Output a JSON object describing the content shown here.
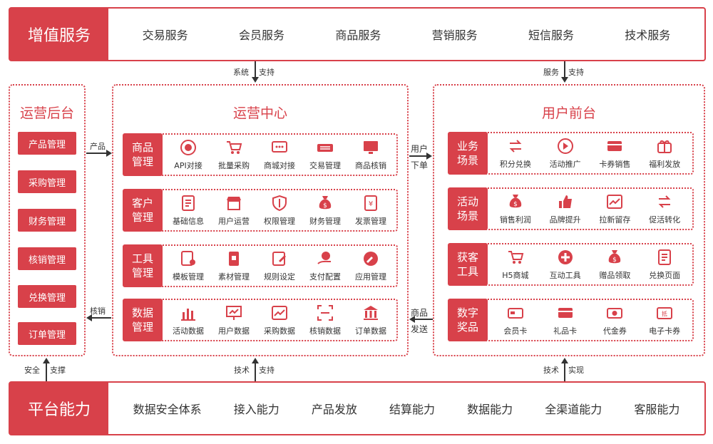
{
  "top_bar": {
    "title": "增值服务",
    "items": [
      "交易服务",
      "会员服务",
      "商品服务",
      "营销服务",
      "短信服务",
      "技术服务"
    ]
  },
  "bottom_bar": {
    "title": "平台能力",
    "items": [
      "数据安全体系",
      "接入能力",
      "产品发放",
      "结算能力",
      "数据能力",
      "全渠道能力",
      "客服能力"
    ]
  },
  "connectors": {
    "top_center_a": "系统",
    "top_center_b": "支持",
    "top_right_a": "服务",
    "top_right_b": "支持",
    "bottom_left_a": "安全",
    "bottom_left_b": "支撑",
    "bottom_center_a": "技术",
    "bottom_center_b": "支持",
    "bottom_right_a": "技术",
    "bottom_right_b": "实现",
    "left_product": "产品",
    "left_verify": "核销",
    "right_user_a": "用户",
    "right_user_b": "下单",
    "right_goods_a": "商品",
    "right_goods_b": "发送"
  },
  "left_panel": {
    "title": "运营后台",
    "items": [
      "产品管理",
      "采购管理",
      "财务管理",
      "核销管理",
      "兑换管理",
      "订单管理"
    ]
  },
  "center_panel": {
    "title": "运营中心",
    "rows": [
      {
        "label": "商品管理",
        "items": [
          {
            "icon": "api-icon",
            "label": "API对接"
          },
          {
            "icon": "cart-icon",
            "label": "批量采购"
          },
          {
            "icon": "chat-icon",
            "label": "商城对接"
          },
          {
            "icon": "keyboard-icon",
            "label": "交易管理"
          },
          {
            "icon": "monitor-icon",
            "label": "商品核销"
          }
        ]
      },
      {
        "label": "客户管理",
        "items": [
          {
            "icon": "doc-icon",
            "label": "基础信息"
          },
          {
            "icon": "store-icon",
            "label": "用户运营"
          },
          {
            "icon": "shield-icon",
            "label": "权限管理"
          },
          {
            "icon": "moneybag-icon",
            "label": "财务管理"
          },
          {
            "icon": "invoice-icon",
            "label": "发票管理"
          }
        ]
      },
      {
        "label": "工具管理",
        "items": [
          {
            "icon": "template-icon",
            "label": "模板管理"
          },
          {
            "icon": "material-icon",
            "label": "素材管理"
          },
          {
            "icon": "rules-icon",
            "label": "规则设定"
          },
          {
            "icon": "payment-icon",
            "label": "支付配置"
          },
          {
            "icon": "wrench-icon",
            "label": "应用管理"
          }
        ]
      },
      {
        "label": "数据管理",
        "items": [
          {
            "icon": "bar-chart-icon",
            "label": "活动数据"
          },
          {
            "icon": "board-icon",
            "label": "用户数据"
          },
          {
            "icon": "trend-icon",
            "label": "采购数据"
          },
          {
            "icon": "scan-icon",
            "label": "核销数据"
          },
          {
            "icon": "bank-icon",
            "label": "订单数据"
          }
        ]
      }
    ]
  },
  "right_panel": {
    "title": "用户前台",
    "rows": [
      {
        "label": "业务场景",
        "items": [
          {
            "icon": "exchange-icon",
            "label": "积分兑换"
          },
          {
            "icon": "promo-icon",
            "label": "活动推广"
          },
          {
            "icon": "card-sale-icon",
            "label": "卡券销售"
          },
          {
            "icon": "gift-icon",
            "label": "福利发放"
          }
        ]
      },
      {
        "label": "活动场景",
        "items": [
          {
            "icon": "moneybag-icon",
            "label": "销售利润"
          },
          {
            "icon": "thumb-icon",
            "label": "品牌提升"
          },
          {
            "icon": "growth-icon",
            "label": "拉新留存"
          },
          {
            "icon": "convert-icon",
            "label": "促活转化"
          }
        ]
      },
      {
        "label": "获客工具",
        "items": [
          {
            "icon": "h5-cart-icon",
            "label": "H5商城"
          },
          {
            "icon": "interact-icon",
            "label": "互动工具"
          },
          {
            "icon": "gift-bag-icon",
            "label": "赠品领取"
          },
          {
            "icon": "page-icon",
            "label": "兑换页面"
          }
        ]
      },
      {
        "label": "数字奖品",
        "items": [
          {
            "icon": "vip-card-icon",
            "label": "会员卡"
          },
          {
            "icon": "gift-card-icon",
            "label": "礼品卡"
          },
          {
            "icon": "voucher-icon",
            "label": "代金券"
          },
          {
            "icon": "ecard-icon",
            "label": "电子卡券"
          }
        ]
      }
    ]
  },
  "colors": {
    "accent": "#d8414a",
    "text": "#333333"
  }
}
